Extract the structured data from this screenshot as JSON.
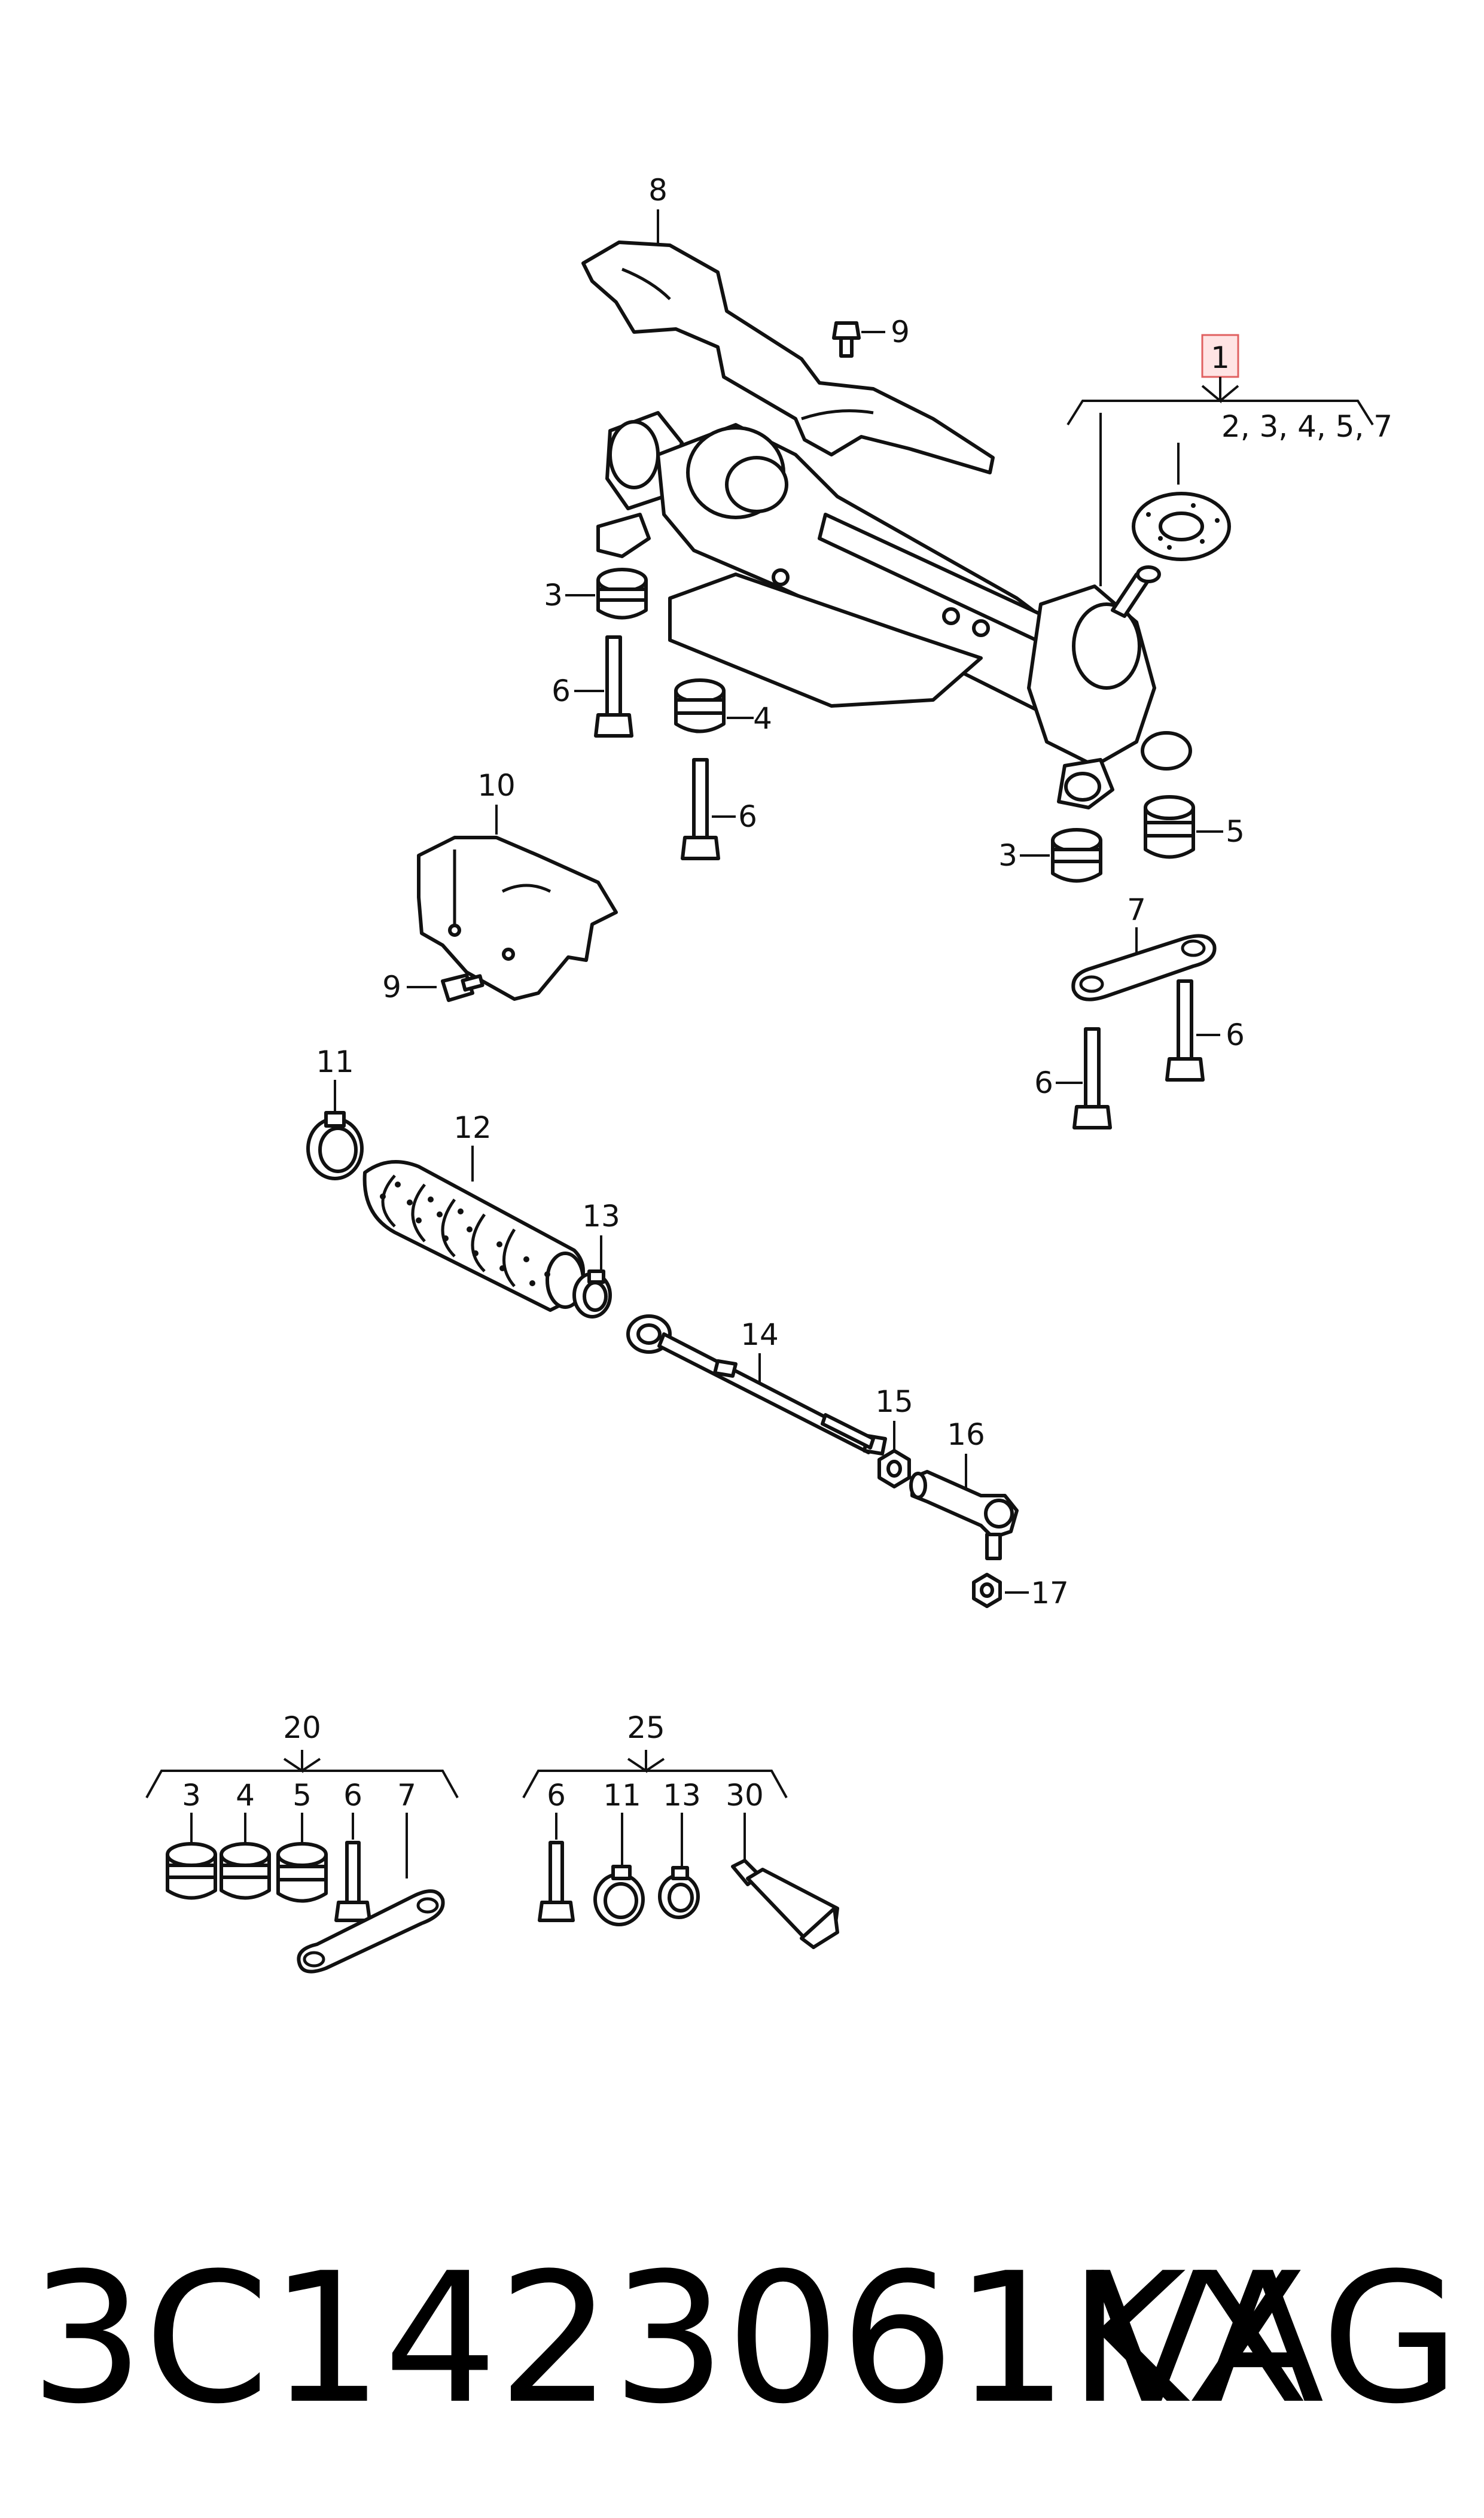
{
  "callouts": {
    "c1": "1",
    "c1_group": "2, 3, 4, 5, 7",
    "c3a": "3",
    "c3b": "3",
    "c4": "4",
    "c5": "5",
    "c6a": "6",
    "c6b": "6",
    "c6c": "6",
    "c6d": "6",
    "c7": "7",
    "c8": "8",
    "c9a": "9",
    "c9b": "9",
    "c10": "10",
    "c11": "11",
    "c12": "12",
    "c13": "13",
    "c14": "14",
    "c15": "15",
    "c16": "16",
    "c17": "17"
  },
  "kit20": {
    "label": "20",
    "items": [
      "3",
      "4",
      "5",
      "6",
      "7"
    ]
  },
  "kit25": {
    "label": "25",
    "items": [
      "6",
      "11",
      "13",
      "30"
    ]
  },
  "footer": {
    "part_number": "3C1423061KX",
    "brand": "VAG"
  },
  "colors": {
    "line": "#111111",
    "highlight_fill": "#ffe4e4",
    "highlight_stroke": "#e06060"
  }
}
